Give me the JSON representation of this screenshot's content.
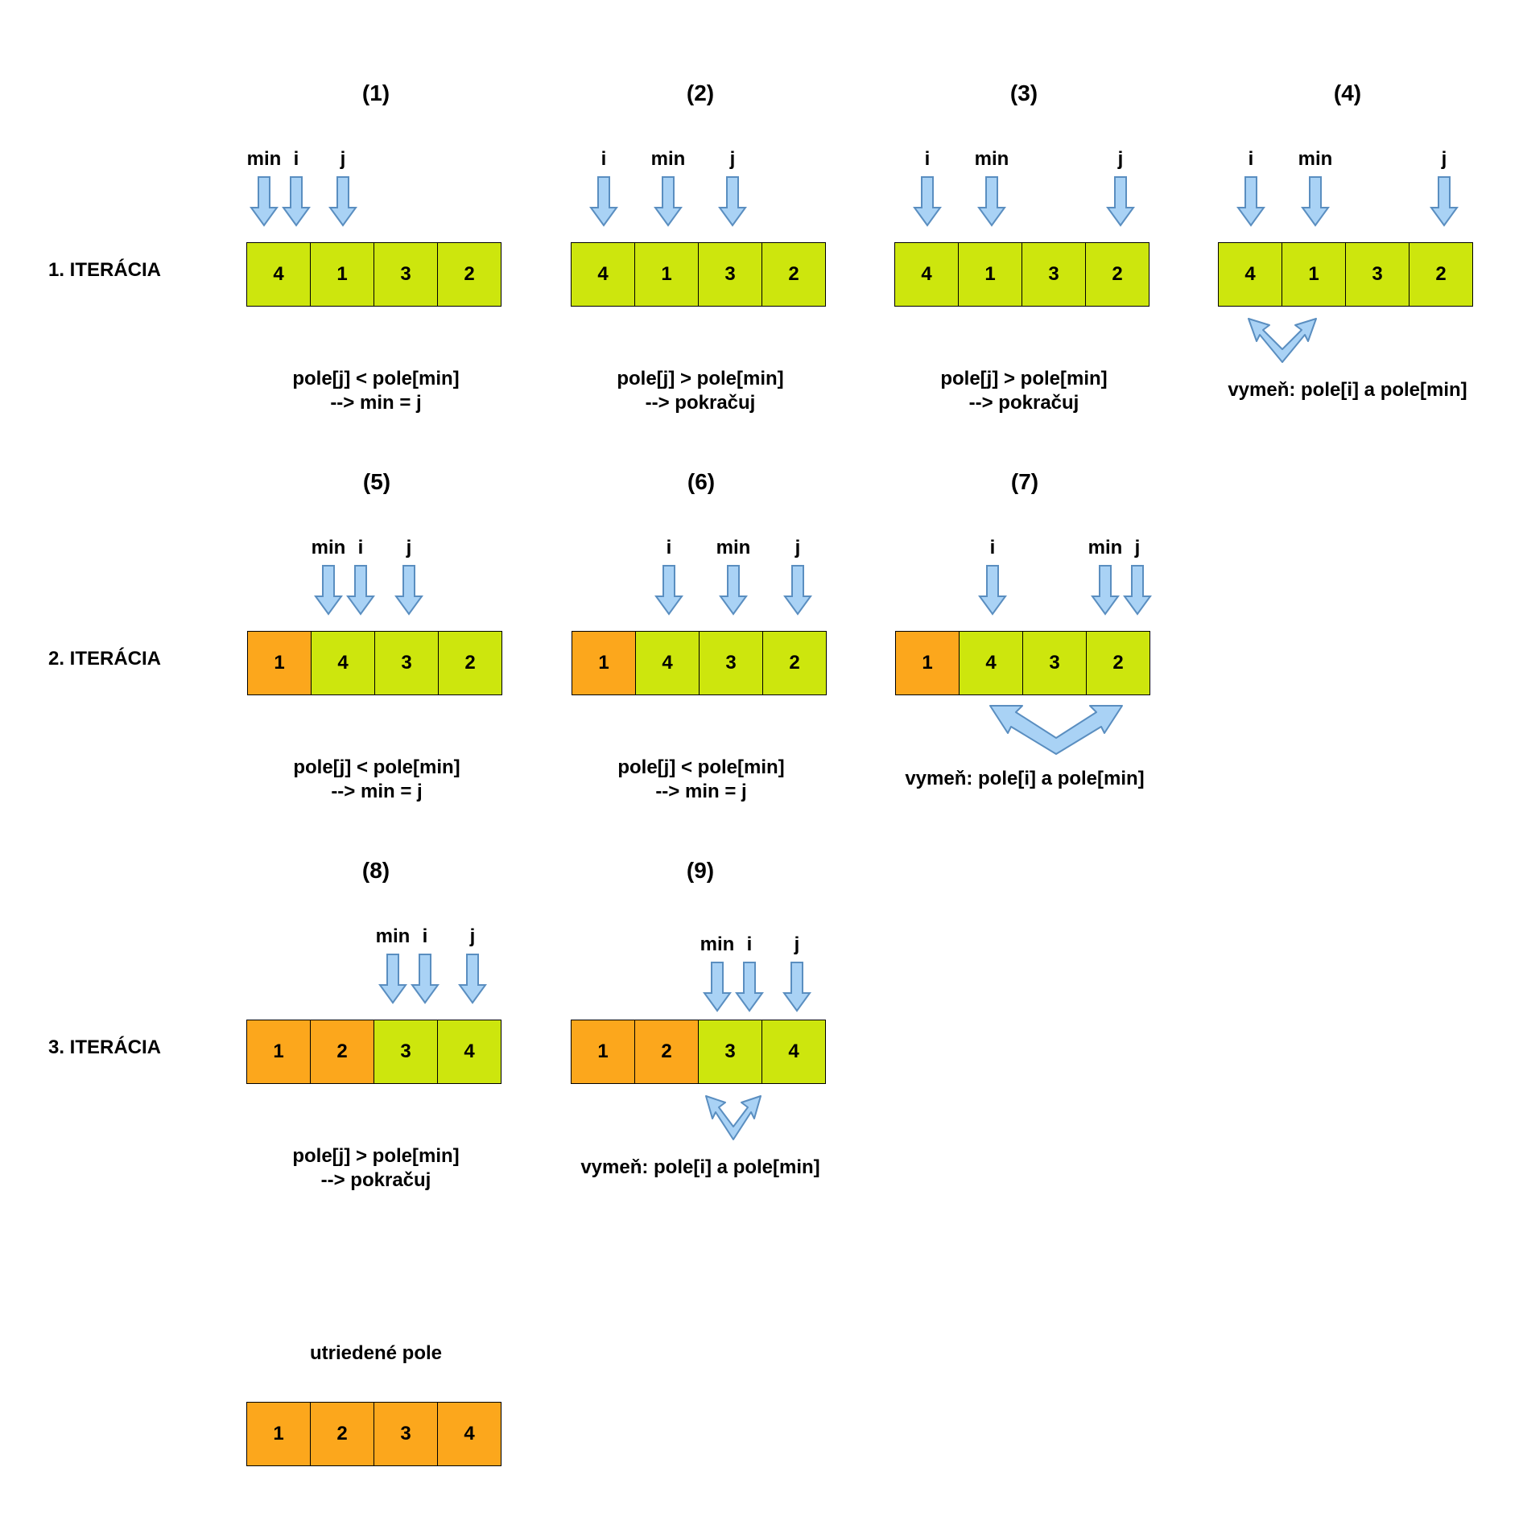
{
  "iterations": [
    {
      "label": "1. ITERÁCIA"
    },
    {
      "label": "2. ITERÁCIA"
    },
    {
      "label": "3. ITERÁCIA"
    }
  ],
  "steps": [
    {
      "number": "(1)",
      "cells": [
        "4",
        "1",
        "3",
        "2"
      ],
      "sorted": [
        false,
        false,
        false,
        false
      ],
      "pointers": [
        "min",
        "i",
        "j"
      ],
      "desc_line1": "pole[j] < pole[min]",
      "desc_line2": "--> min = j"
    },
    {
      "number": "(2)",
      "cells": [
        "4",
        "1",
        "3",
        "2"
      ],
      "sorted": [
        false,
        false,
        false,
        false
      ],
      "pointers": [
        "i",
        "min",
        "j"
      ],
      "desc_line1": "pole[j] > pole[min]",
      "desc_line2": "--> pokračuj"
    },
    {
      "number": "(3)",
      "cells": [
        "4",
        "1",
        "3",
        "2"
      ],
      "sorted": [
        false,
        false,
        false,
        false
      ],
      "pointers": [
        "i",
        "min",
        "j"
      ],
      "desc_line1": "pole[j] > pole[min]",
      "desc_line2": "--> pokračuj"
    },
    {
      "number": "(4)",
      "cells": [
        "4",
        "1",
        "3",
        "2"
      ],
      "sorted": [
        false,
        false,
        false,
        false
      ],
      "pointers": [
        "i",
        "min",
        "j"
      ],
      "desc_line1": "vymeň: pole[i] a pole[min]",
      "desc_line2": ""
    },
    {
      "number": "(5)",
      "cells": [
        "1",
        "4",
        "3",
        "2"
      ],
      "sorted": [
        true,
        false,
        false,
        false
      ],
      "pointers": [
        "min",
        "i",
        "j"
      ],
      "desc_line1": "pole[j] < pole[min]",
      "desc_line2": "--> min = j"
    },
    {
      "number": "(6)",
      "cells": [
        "1",
        "4",
        "3",
        "2"
      ],
      "sorted": [
        true,
        false,
        false,
        false
      ],
      "pointers": [
        "i",
        "min",
        "j"
      ],
      "desc_line1": "pole[j] < pole[min]",
      "desc_line2": "--> min = j"
    },
    {
      "number": "(7)",
      "cells": [
        "1",
        "4",
        "3",
        "2"
      ],
      "sorted": [
        true,
        false,
        false,
        false
      ],
      "pointers": [
        "i",
        "min",
        "j"
      ],
      "desc_line1": "vymeň: pole[i] a pole[min]",
      "desc_line2": ""
    },
    {
      "number": "(8)",
      "cells": [
        "1",
        "2",
        "3",
        "4"
      ],
      "sorted": [
        true,
        true,
        false,
        false
      ],
      "pointers": [
        "min",
        "i",
        "j"
      ],
      "desc_line1": "pole[j] > pole[min]",
      "desc_line2": "--> pokračuj"
    },
    {
      "number": "(9)",
      "cells": [
        "1",
        "2",
        "3",
        "4"
      ],
      "sorted": [
        true,
        true,
        false,
        false
      ],
      "pointers": [
        "min",
        "i",
        "j"
      ],
      "desc_line1": "vymeň: pole[i] a pole[min]",
      "desc_line2": ""
    }
  ],
  "final": {
    "title": "utriedené pole",
    "cells": [
      "1",
      "2",
      "3",
      "4"
    ]
  },
  "colors": {
    "unsorted": "#cde60d",
    "sorted": "#fca71c",
    "arrow_fill": "#a9d2f5",
    "arrow_stroke": "#5a8ec0"
  }
}
